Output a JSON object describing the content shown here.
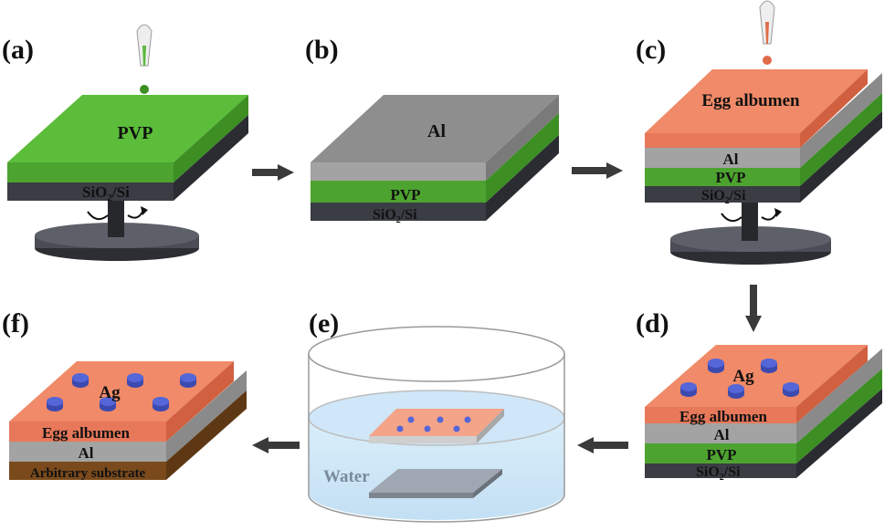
{
  "panels": {
    "a": {
      "label": "(a)",
      "top": "PVP",
      "layers": [
        "SiO",
        "2",
        "/Si"
      ]
    },
    "b": {
      "label": "(b)",
      "top": "Al",
      "layer1": "PVP",
      "layer2_main": "SiO",
      "layer2_sub": "2",
      "layer2_end": "/Si"
    },
    "c": {
      "label": "(c)",
      "top": "Egg albumen",
      "layer1": "Al",
      "layer2": "PVP",
      "layer3_main": "SiO",
      "layer3_sub": "2",
      "layer3_end": "/Si"
    },
    "d": {
      "label": "(d)",
      "top": "Ag",
      "layer0": "Egg albumen",
      "layer1": "Al",
      "layer2": "PVP",
      "layer3_main": "SiO",
      "layer3_sub": "2",
      "layer3_end": "/Si"
    },
    "e": {
      "label": "(e)",
      "water": "Water"
    },
    "f": {
      "label": "(f)",
      "top": "Ag",
      "layer0": "Egg albumen",
      "layer1": "Al",
      "layer2": "Arbitrary substrate"
    }
  },
  "colors": {
    "pvp": "#5bbd3a",
    "pvp_dark": "#3d8f24",
    "al": "#a0a0a0",
    "al_side": "#8a8a8a",
    "albumen": "#f08a68",
    "albumen_side": "#e06b48",
    "sio2": "#3a3d44",
    "substrate": "#7a4a1c",
    "ag": "#5566d8",
    "arrow": "#3a3a3a"
  }
}
